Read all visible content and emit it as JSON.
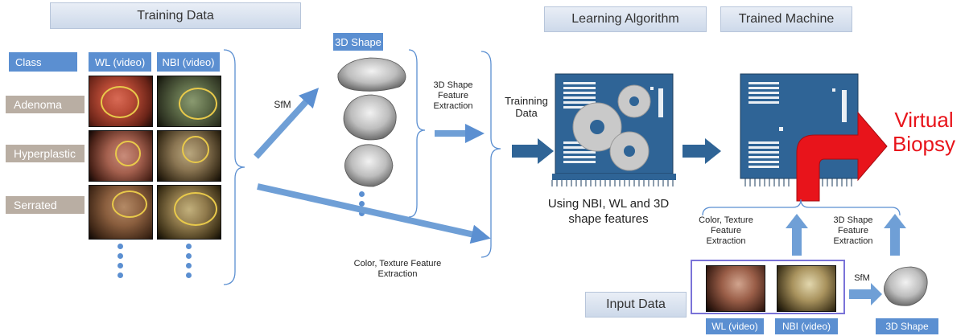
{
  "headers": {
    "training_data": "Training Data",
    "learning_algorithm": "Learning Algorithm",
    "trained_machine": "Trained Machine",
    "input_data": "Input Data"
  },
  "columns": {
    "class": "Class",
    "wl": "WL (video)",
    "nbi": "NBI (video)",
    "shape": "3D Shape"
  },
  "classes": [
    "Adenoma",
    "Hyperplastic",
    "Serrated"
  ],
  "labels": {
    "sfm_top": "SfM",
    "shape_feature": "3D Shape Feature Extraction",
    "training_data": "Trainning Data",
    "color_texture_bottom": "Color, Texture Feature Extraction",
    "using_features": "Using NBI, WL and 3D shape features",
    "color_texture_right": "Color, Texture Feature Extraction",
    "shape_feature_right": "3D Shape Feature Extraction",
    "sfm_right": "SfM",
    "virtual_biopsy": "Virtual Biopsy"
  },
  "bottom_labels": {
    "wl": "WL (video)",
    "nbi": "NBI (video)",
    "shape": "3D Shape"
  },
  "colors": {
    "accent_blue": "#5b8fd1",
    "machine_blue": "#2f6496",
    "biopsy_red": "#e8141b",
    "class_tag": "#b9aea3"
  }
}
